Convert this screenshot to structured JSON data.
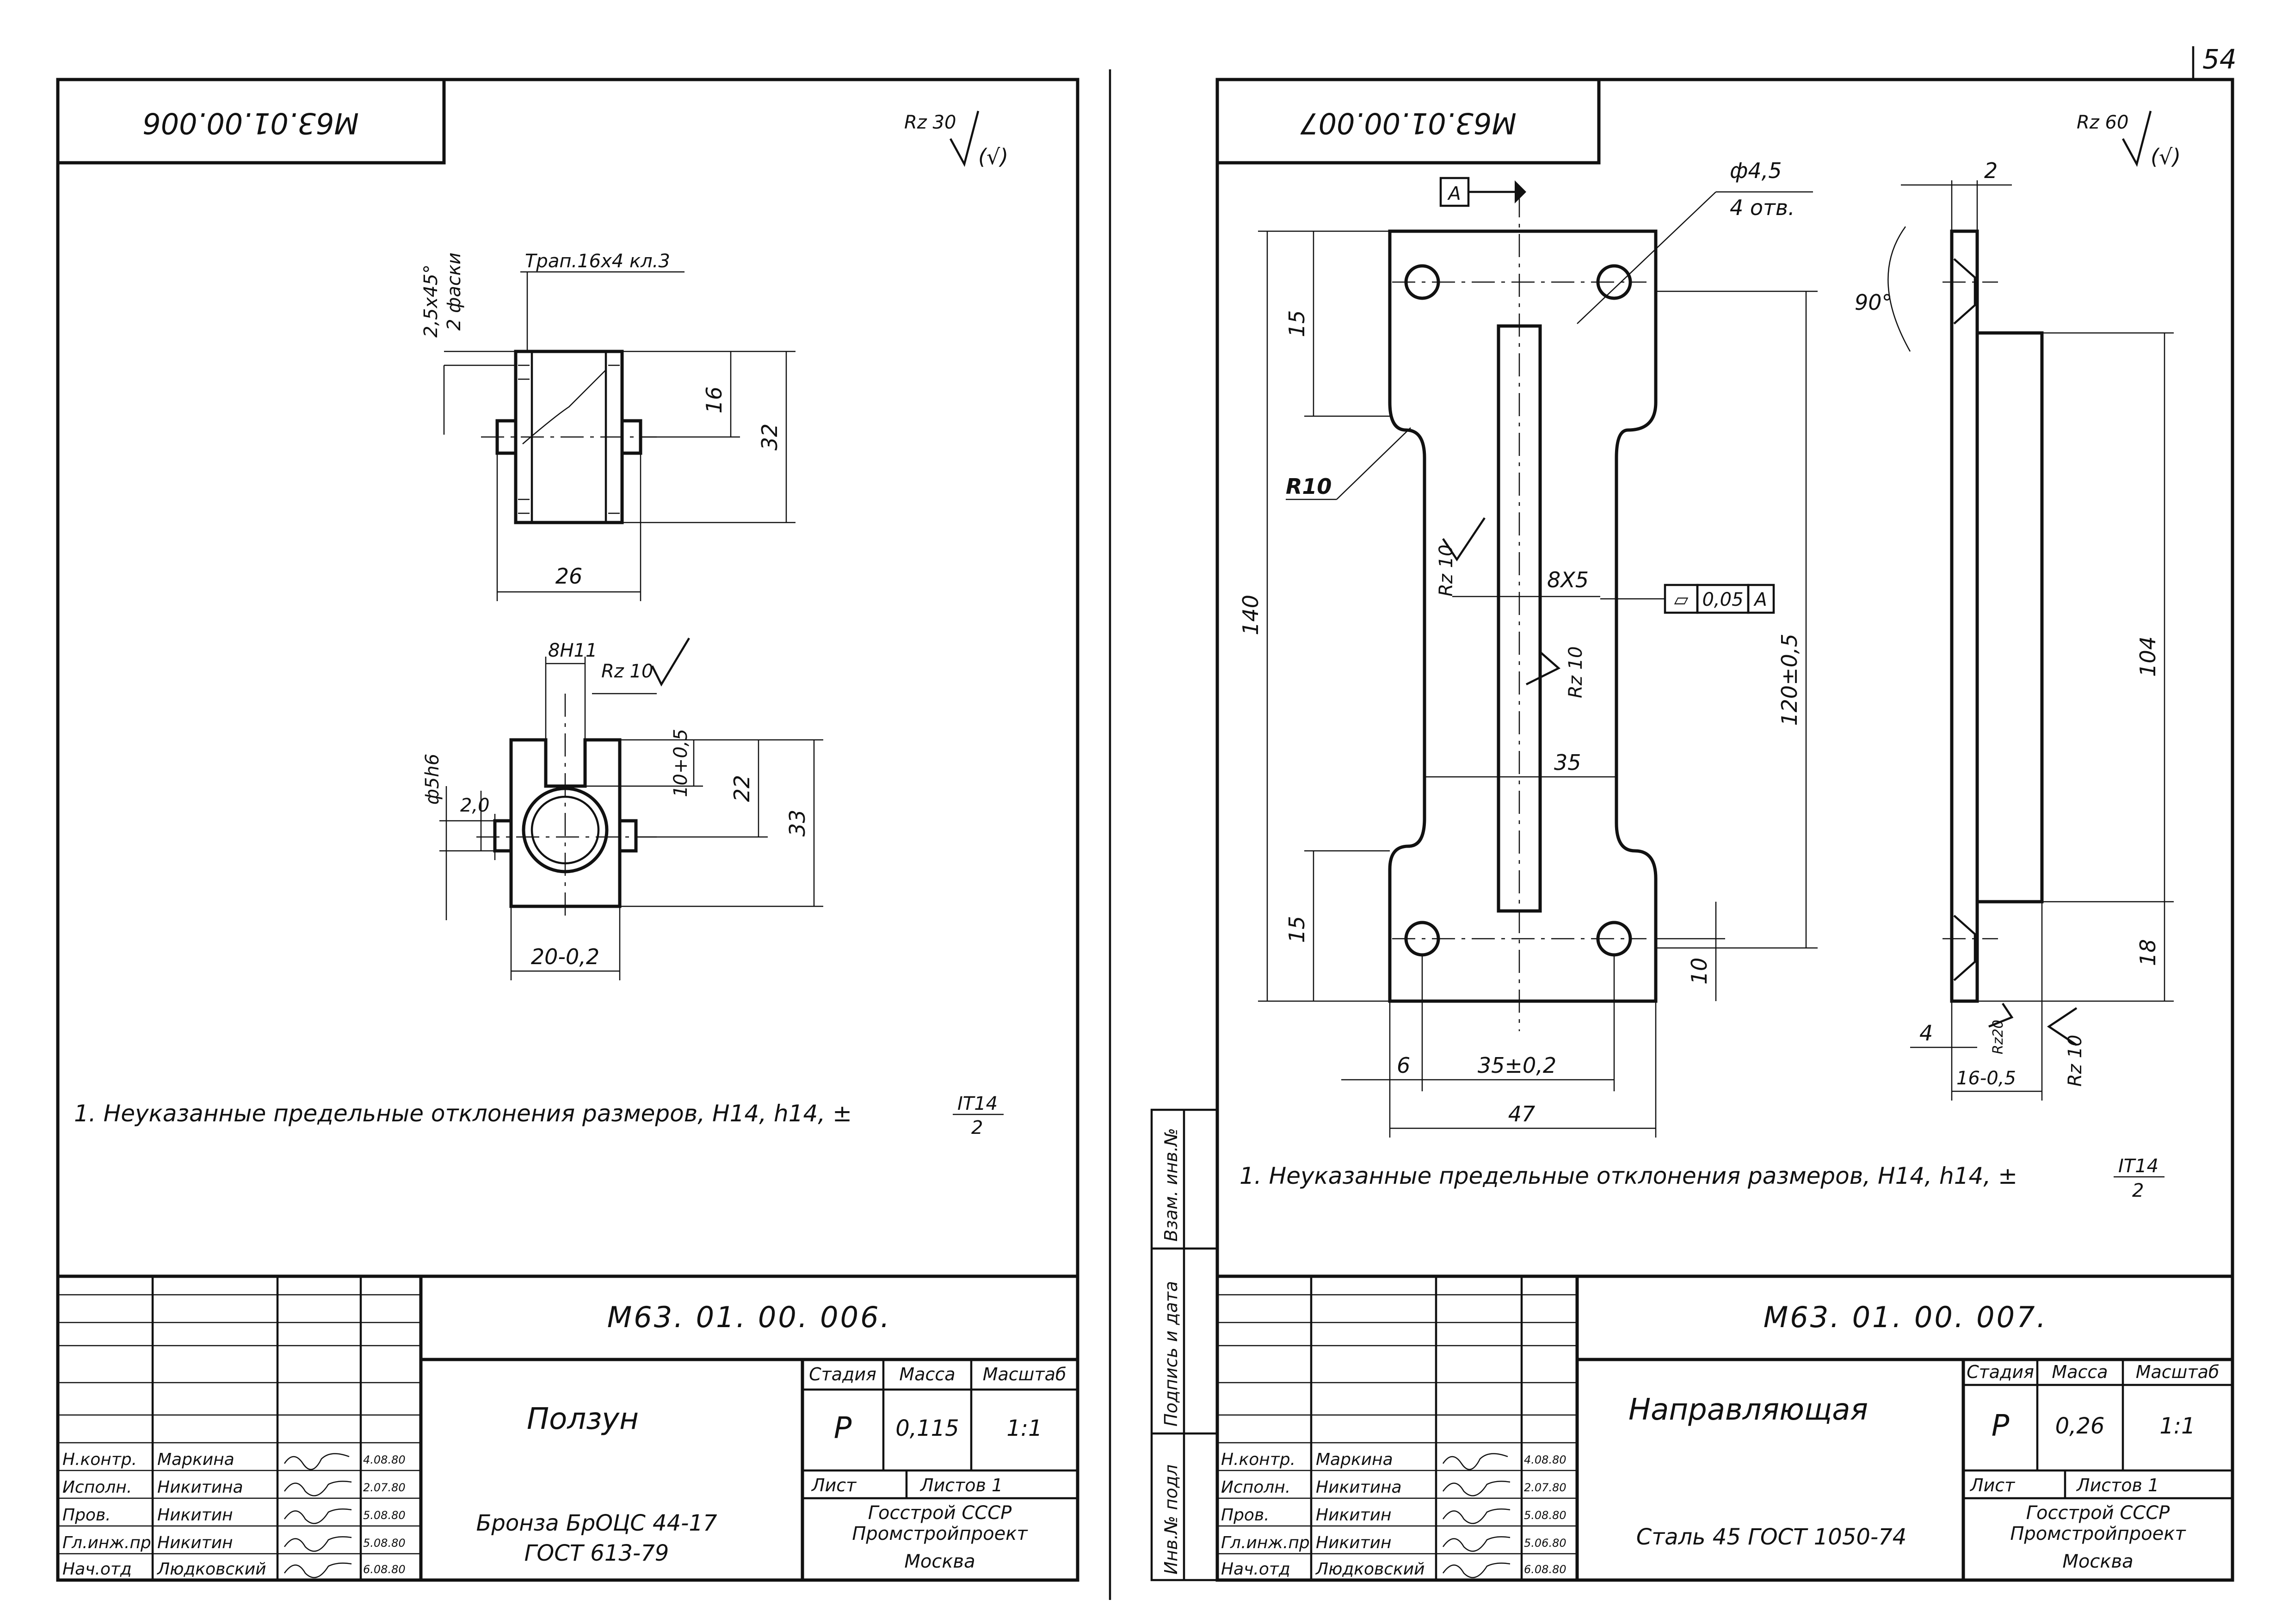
{
  "page_number": "54",
  "left": {
    "tab_designation": "М63.01.00.006",
    "roughness": "Rz 30",
    "roughness_paren": "(√)",
    "dims": {
      "thread": "Трап.16х4 кл.3",
      "chamfer1": "2,5х45°",
      "chamfer2": "2 фаски",
      "d16": "16",
      "d32": "32",
      "d26": "26",
      "slot": "8H11",
      "rz10": "Rz 10",
      "d10": "10+0,5",
      "d22": "22",
      "d33": "33",
      "pin": "ф5h6",
      "d2": "2,0",
      "d20": "20-0,2"
    },
    "note": "1. Неуказанные предельные отклонения размеров, H14, h14, ±",
    "note_frac_num": "IT14",
    "note_frac_den": "2",
    "title_block": {
      "designation": "М63. 01. 00. 006.",
      "part_name": "Ползун",
      "stage_label": "Стадия",
      "mass_label": "Масса",
      "scale_label": "Масштаб",
      "stage": "Р",
      "mass": "0,115",
      "scale": "1:1",
      "sheet_label": "Лист",
      "sheets_label": "Листов 1",
      "org1": "Госстрой СССР",
      "org2": "Промстройпроект",
      "org3": "Москва",
      "material1": "Бронза БрОЦС 44-17",
      "material2": "ГОСТ 613-79",
      "roles": [
        "Н.контр.",
        "Исполн.",
        "Пров.",
        "Гл.инж.пр",
        "Нач.отд"
      ],
      "names": [
        "Маркина",
        "Никитина",
        "Никитин",
        "Никитин",
        "Людковский"
      ],
      "dates": [
        "4.08.80",
        "2.07.80",
        "5.08.80",
        "5.08.80",
        "6.08.80"
      ]
    }
  },
  "right": {
    "tab_designation": "М63.01.00.007",
    "roughness": "Rz 60",
    "roughness_paren": "(√)",
    "dims": {
      "datum": "А",
      "holes1": "ф4,5",
      "holes2": "4 отв.",
      "d15a": "15",
      "r10": "R10",
      "d140": "140",
      "rz10a": "Rz 10",
      "slot": "8Х5",
      "rz10b": "Rz 10",
      "d120": "120±0,5",
      "d35": "35",
      "d15b": "15",
      "d10": "10",
      "d6": "6",
      "d35b": "35±0,2",
      "d47": "47",
      "flat_sym": "⏥",
      "flat_val": "0,05",
      "flat_ref": "А",
      "s2": "2",
      "s90": "90°",
      "s104": "104",
      "s18": "18",
      "s4": "4",
      "s16": "16-0,5",
      "rz20": "Rz20",
      "rz10c": "Rz 10"
    },
    "note": "1. Неуказанные предельные отклонения размеров, H14, h14, ±",
    "note_frac_num": "IT14",
    "note_frac_den": "2",
    "stamp": [
      "Инв.№ подл",
      "Подпись и дата",
      "Взам. инв.№"
    ],
    "title_block": {
      "designation": "М63. 01. 00. 007.",
      "part_name": "Направляющая",
      "stage_label": "Стадия",
      "mass_label": "Масса",
      "scale_label": "Масштаб",
      "stage": "Р",
      "mass": "0,26",
      "scale": "1:1",
      "sheet_label": "Лист",
      "sheets_label": "Листов 1",
      "org1": "Госстрой СССР",
      "org2": "Промстройпроект",
      "org3": "Москва",
      "material": "Сталь 45   ГОСТ 1050-74",
      "roles": [
        "Н.контр.",
        "Исполн.",
        "Пров.",
        "Гл.инж.пр",
        "Нач.отд"
      ],
      "names": [
        "Маркина",
        "Никитина",
        "Никитин",
        "Никитин",
        "Людковский"
      ],
      "dates": [
        "4.08.80",
        "2.07.80",
        "5.08.80",
        "5.06.80",
        "6.08.80"
      ]
    }
  }
}
